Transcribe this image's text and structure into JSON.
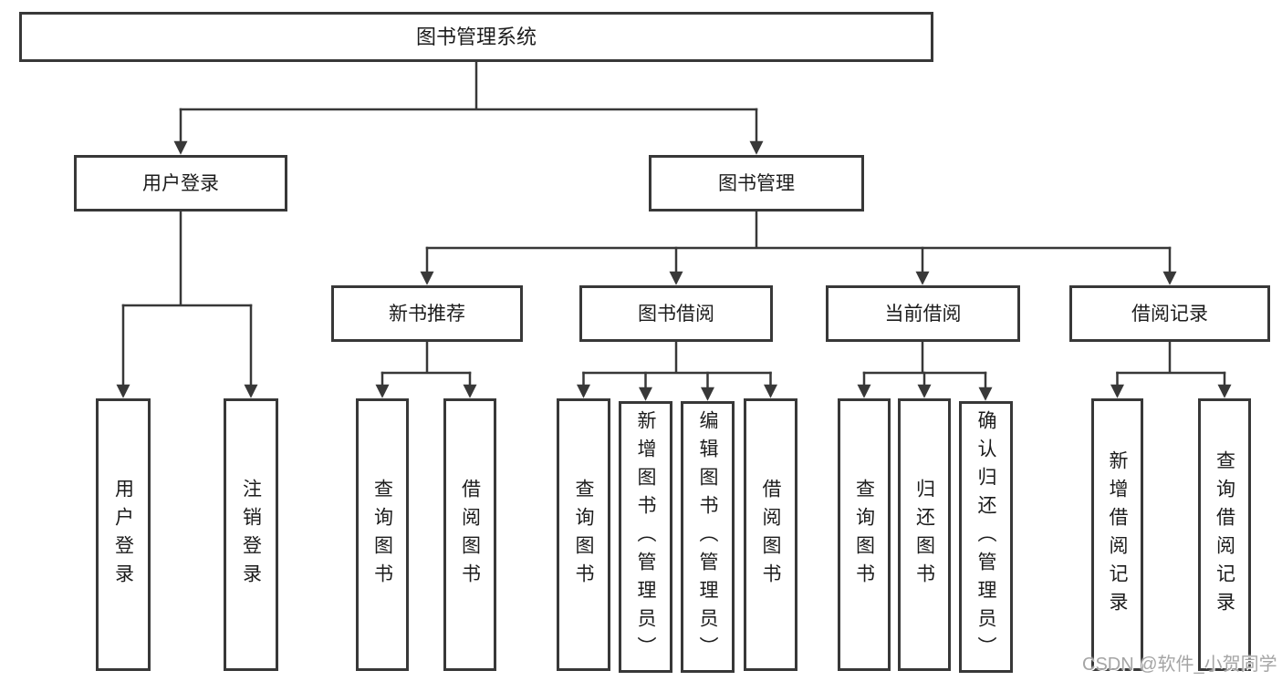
{
  "colors": {
    "line": "#383838",
    "box_border": "#383838",
    "text": "#1c1c1c",
    "watermark": "#a5a5a5",
    "background": "#ffffff"
  },
  "diagram": {
    "root": {
      "label": "图书管理系统"
    },
    "level2": [
      {
        "label": "用户登录"
      },
      {
        "label": "图书管理"
      }
    ],
    "level3": [
      {
        "label": "新书推荐"
      },
      {
        "label": "图书借阅"
      },
      {
        "label": "当前借阅"
      },
      {
        "label": "借阅记录"
      }
    ],
    "leaves": {
      "user_login": [
        "用户登录",
        "注销登录"
      ],
      "new_book": [
        "查询图书",
        "借阅图书"
      ],
      "book_borrow": [
        "查询图书",
        "新增图书（管理员）",
        "编辑图书（管理员）",
        "借阅图书"
      ],
      "current_borrow": [
        "查询图书",
        "归还图书",
        "确认归还（管理员）"
      ],
      "borrow_record": [
        "新增借阅记录",
        "查询借阅记录"
      ]
    }
  },
  "watermark": {
    "text": "CSDN @软件_小贺同学"
  }
}
